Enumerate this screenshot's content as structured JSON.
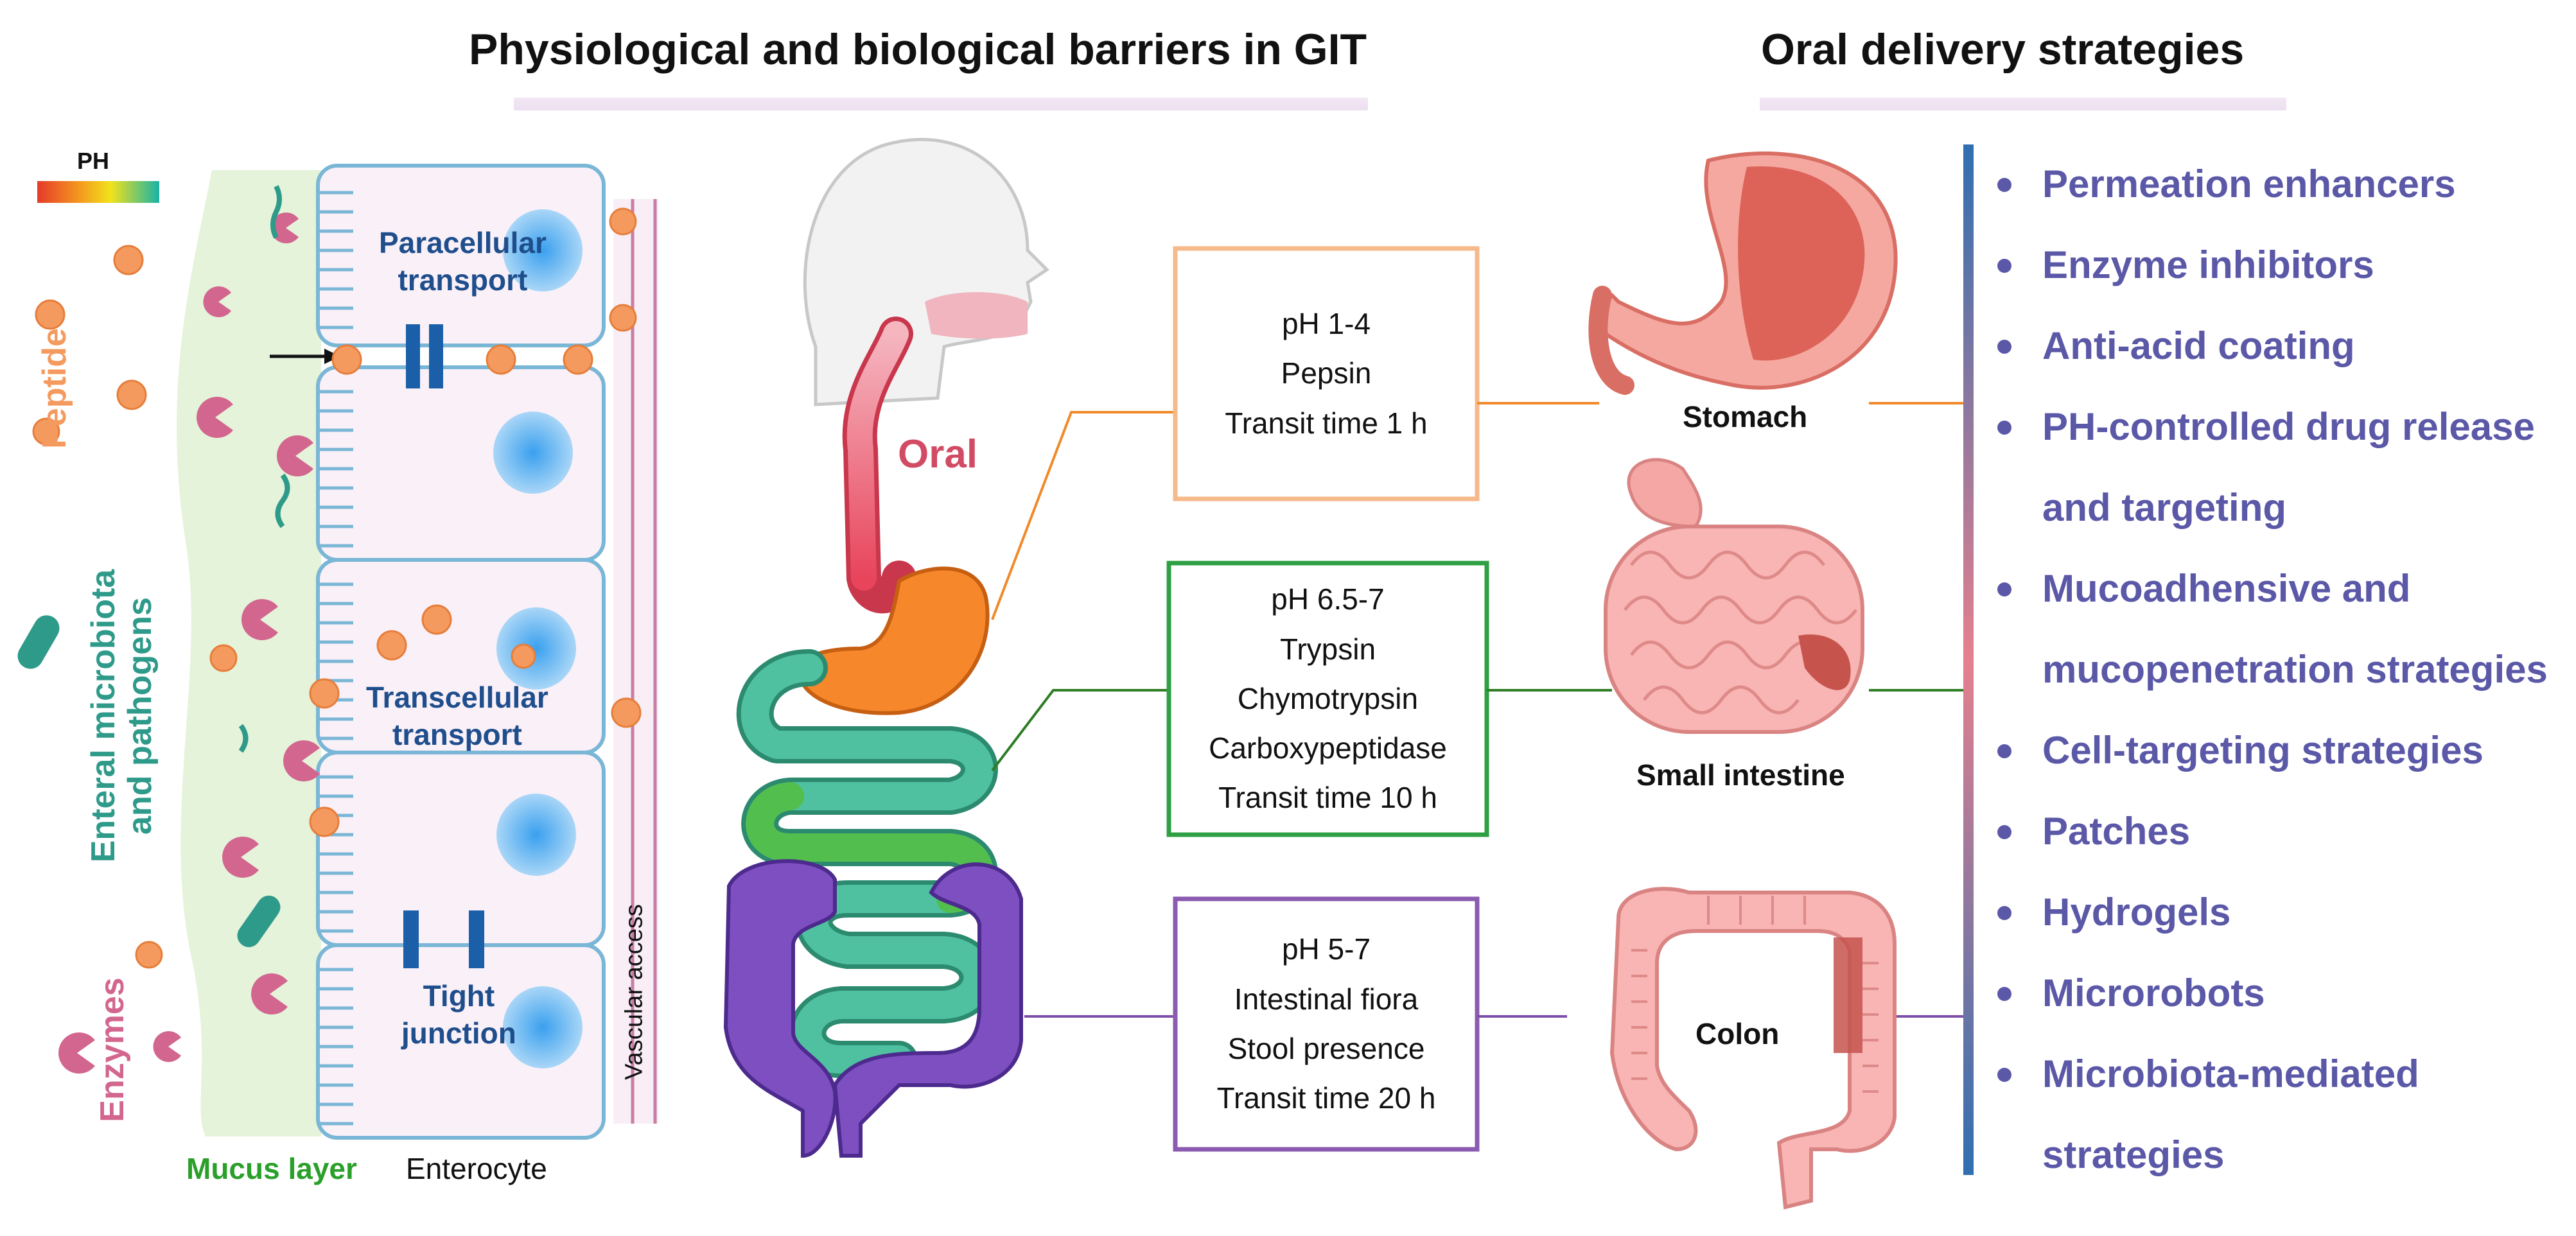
{
  "headings": {
    "left": "Physiological and biological barriers in GIT",
    "right": "Oral delivery strategies"
  },
  "cell_panel": {
    "ph_label": "PH",
    "side_labels": {
      "peptide": "Peptide",
      "microbiota": [
        "Enteral microbiota",
        "and pathogens"
      ],
      "enzymes": "Enzymes"
    },
    "routes": {
      "paracellular": [
        "Paracellular",
        "transport"
      ],
      "transcellular": [
        "Transcellular",
        "transport"
      ],
      "tight_junction": [
        "Tight",
        "junction"
      ]
    },
    "vascular": "Vascular access",
    "bottom": {
      "mucus": "Mucus layer",
      "enterocyte": "Enterocyte"
    }
  },
  "oral_label": "Oral",
  "regions": [
    {
      "lines": [
        "pH 1-4",
        "Pepsin",
        "Transit time 1 h"
      ],
      "organ": "Stomach",
      "color": "#f6b98a",
      "line_color": "#f08a2a"
    },
    {
      "lines": [
        "pH 6.5-7",
        "Trypsin",
        "Chymotrypsin",
        "Carboxypeptidase",
        "Transit time 10 h"
      ],
      "organ": "Small intestine",
      "color": "#2ea043",
      "line_color": "#2f7d25"
    },
    {
      "lines": [
        "pH 5-7",
        "Intestinal fiora",
        "Stool presence",
        "Transit time 20 h"
      ],
      "organ": "Colon",
      "color": "#8a5bb0",
      "line_color": "#7d4fa8"
    }
  ],
  "strategies": [
    "Permeation enhancers",
    "Enzyme inhibitors",
    "Anti-acid coating",
    "PH-controlled drug release",
    "and targeting",
    "Mucoadhensive and",
    "mucopenetration strategies",
    "Cell-targeting strategies",
    "Patches",
    "Hydrogels",
    "Microrobots",
    "Microbiota-mediated",
    "strategies"
  ],
  "colors": {
    "heading": "#111111",
    "strategy_text": "#5b58a8",
    "peptide": "#f59a5f",
    "microbiota": "#2e9a8a",
    "enzymes": "#d2668e",
    "cell_text": "#1f4e8c",
    "mucus": "#2aa02a",
    "oral": "#d24b64"
  }
}
